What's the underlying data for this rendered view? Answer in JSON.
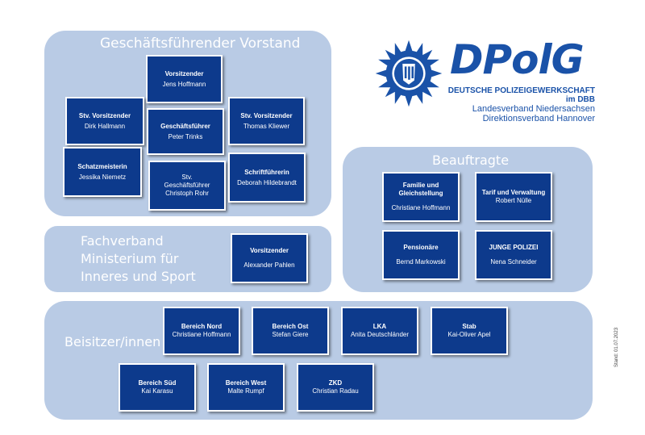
{
  "colors": {
    "panel_bg": "#b9cbe5",
    "box_bg": "#0d3a8c",
    "brand_blue": "#1a52a8"
  },
  "logo": {
    "icon": "police-star-emblem-icon",
    "brand": "DPolG",
    "line1": "DEUTSCHE POLIZEIGEWERKSCHAFT",
    "line2": "im DBB",
    "line3": "Landesverband Niedersachsen",
    "line4": "Direktionsverband Hannover"
  },
  "vorstand": {
    "title": "Geschäftsführender Vorstand",
    "vorsitzender": {
      "role": "Vorsitzender",
      "name": "Jens Hoffmann"
    },
    "stv1": {
      "role": "Stv. Vorsitzender",
      "name": "Dirk Hallmann"
    },
    "gf": {
      "role": "Geschäftsführer",
      "name": "Peter Trinks"
    },
    "stv2": {
      "role": "Stv. Vorsitzender",
      "name": "Thomas Kliewer"
    },
    "schatz": {
      "role": "Schatzmeisterin",
      "name": "Jessika Niemetz"
    },
    "stvgf": {
      "role": "Stv.\nGeschäftsführer",
      "name": "Christoph Rohr"
    },
    "schrift": {
      "role": "Schriftführerin",
      "name": "Deborah Hildebrandt"
    }
  },
  "fachverband": {
    "title_lines": [
      "Fachverband",
      "Ministerium für",
      "Inneres und Sport"
    ],
    "vorsitzender": {
      "role": "Vorsitzender",
      "name": "Alexander Pahlen"
    }
  },
  "beauftragte": {
    "title": "Beauftragte",
    "familie": {
      "role": "Familie und\nGleichstellung",
      "name": "Christiane Hoffmann"
    },
    "tarif": {
      "role": "Tarif und Verwaltung",
      "name": "Robert Nülle"
    },
    "pension": {
      "role": "Pensionäre",
      "name": "Bernd Markowski"
    },
    "jp": {
      "role": "JUNGE POLIZEI",
      "name": "Nena Schneider"
    }
  },
  "beisitzer": {
    "title": "Beisitzer/innen",
    "nord": {
      "role": "Bereich Nord",
      "name": "Christiane Hoffmann"
    },
    "ost": {
      "role": "Bereich Ost",
      "name": "Stefan Giere"
    },
    "lka": {
      "role": "LKA",
      "name": "Anita Deutschländer"
    },
    "stab": {
      "role": "Stab",
      "name": "Kai-Oliver Apel"
    },
    "sued": {
      "role": "Bereich Süd",
      "name": "Kai Karasu"
    },
    "west": {
      "role": "Bereich West",
      "name": "Malte Rumpf"
    },
    "zkd": {
      "role": "ZKD",
      "name": "Christian Radau"
    }
  },
  "stand": "Stand: 01.07.2023"
}
